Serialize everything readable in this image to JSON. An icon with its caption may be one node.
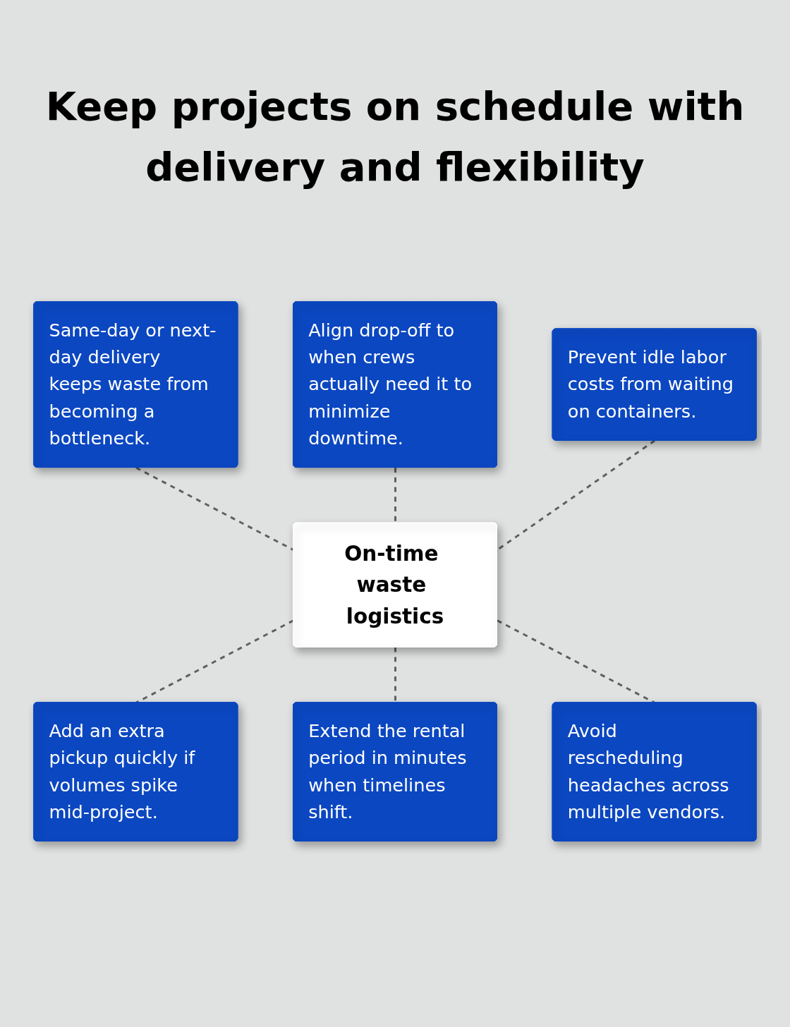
{
  "diagram": {
    "title": "Keep projects on schedule with delivery and flexibility",
    "nodes": [
      {
        "text": [
          "Same-day or next-day delivery keeps waste from becoming a bottleneck."
        ]
      },
      {
        "text": [
          "Align drop-off to when crews actually need it to minimize downtime."
        ]
      },
      {
        "text": [
          "Prevent idle labor costs from waiting on containers."
        ]
      },
      {
        "text": [
          "On-time waste logistics"
        ]
      },
      {
        "text": [
          "Add an extra pickup quickly if volumes spike mid-project."
        ]
      },
      {
        "text": [
          "Extend the rental period in minutes when timelines shift."
        ]
      },
      {
        "text": [
          "Avoid rescheduling headaches across multiple vendors."
        ]
      }
    ],
    "edges": [
      {
        "from": 0,
        "to": 3,
        "arrow": "none",
        "style": "dashed"
      },
      {
        "from": 1,
        "to": 3,
        "arrow": "none",
        "style": "dashed"
      },
      {
        "from": 2,
        "to": 3,
        "arrow": "none",
        "style": "dashed"
      },
      {
        "from": 3,
        "to": 4,
        "arrow": "none",
        "style": "dashed"
      },
      {
        "from": 3,
        "to": 5,
        "arrow": "none",
        "style": "dashed"
      },
      {
        "from": 3,
        "to": 6,
        "arrow": "none",
        "style": "dashed"
      }
    ]
  }
}
